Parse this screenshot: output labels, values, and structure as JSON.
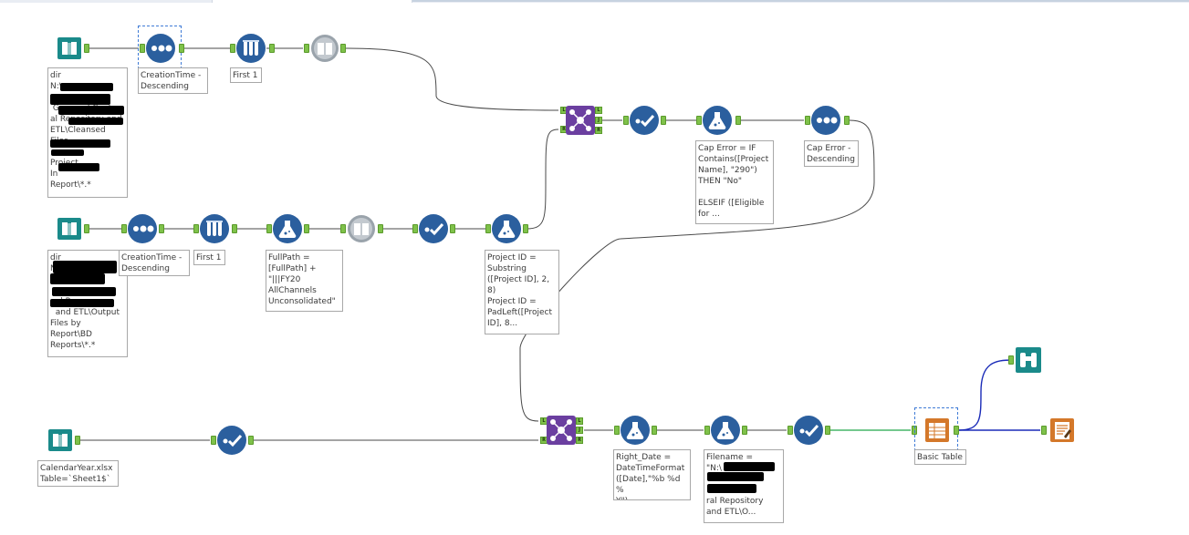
{
  "workflow": {
    "annotations": {
      "input1": "dir\nN:\\\n\n Gen     al Cent\nal Repository and\nETL\\Cleansed Files\n\nProject\nIn\nReport\\*.*",
      "sort1": "CreationTime -\nDescending",
      "sample1": "First 1",
      "input2": "dir\nN:\\\n\n\n  al Repo\n  and ETL\\Output\nFiles by\nReport\\BD\nReports\\*.*",
      "sort2": "CreationTime -\nDescending",
      "sample2": "First 1",
      "formula_fullpath": "FullPath =\n[FullPath] +\n\"|||FY20\nAllChannels\nUnconsolidated\"",
      "formula_projectid": "Project ID =\nSubstring\n([Project ID], 2,\n8)\nProject ID =\nPadLeft([Project\nID], 8...",
      "formula_caperror": "Cap Error = IF\nContains([Project\nName], \"290\")\nTHEN \"No\"\n\nELSEIF ([Eligible\nfor ...",
      "sort3": "Cap Error -\nDescending",
      "input3": "CalendarYear.xlsx\nTable=`Sheet1$`",
      "formula_rightdate": "Right_Date =\nDateTimeFormat\n([Date],\"%b %d %\nY\")",
      "formula_filename": "Filename =\n\"N:\\\n\n         \\Cent\nral Repository\nand ETL\\O...",
      "table": "Basic Table"
    },
    "join_ports": {
      "left": "L",
      "right": "R",
      "join": "J"
    },
    "colors": {
      "tool_blue": "#2b5f9e",
      "input_teal": "#1a8a8a",
      "join_purple": "#6b3fa0",
      "report_orange": "#d4782a",
      "browse_teal": "#1a8a8a",
      "anchor_green": "#7fc14a",
      "wire": "#4a4a4a",
      "wire_green": "#22a84a",
      "wire_blue": "#1a2bb8"
    }
  }
}
